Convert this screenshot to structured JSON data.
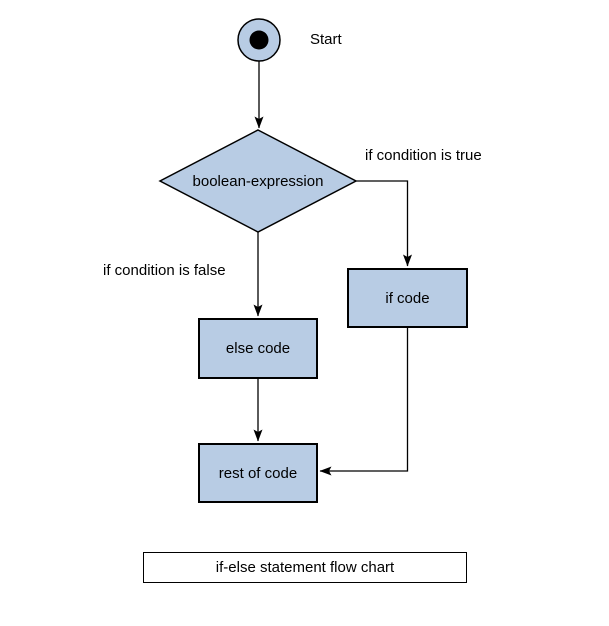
{
  "diagram": {
    "type": "flowchart",
    "title_caption": "if-else statement flow chart",
    "colors": {
      "background": "#ffffff",
      "node_fill": "#b8cce4",
      "node_border": "#000000",
      "line_color": "#000000",
      "text_color": "#000000",
      "title_fill": "#ffffff"
    },
    "nodes": {
      "start": {
        "label": "Start",
        "shape": "start-circle"
      },
      "decision": {
        "label": "boolean-expression",
        "shape": "diamond"
      },
      "if_code": {
        "label": "if code",
        "shape": "rectangle"
      },
      "else_code": {
        "label": "else code",
        "shape": "rectangle"
      },
      "rest_of_code": {
        "label": "rest of code",
        "shape": "rectangle"
      }
    },
    "edges": {
      "true_branch_label": "if condition is true",
      "false_branch_label": "if condition is false"
    }
  }
}
